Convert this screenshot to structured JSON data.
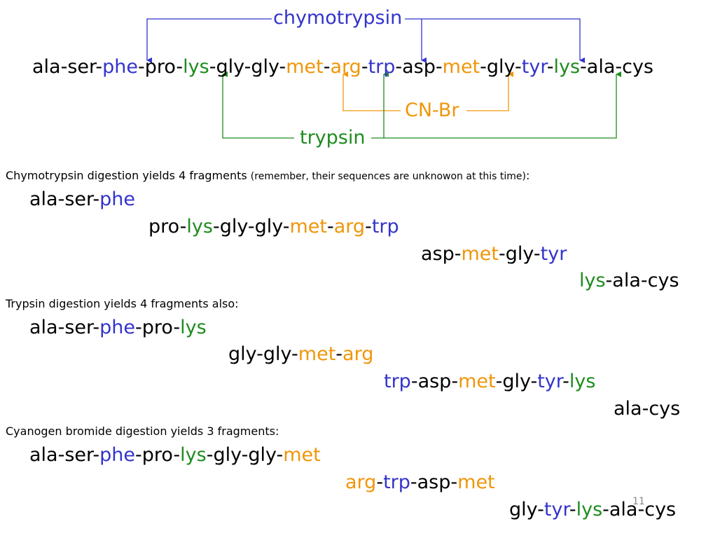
{
  "colors": {
    "black": "#000000",
    "blue": "#3333cc",
    "green": "#1e8c1e",
    "orange": "#f0960a"
  },
  "enzymes": {
    "chymotrypsin": "chymotrypsin",
    "cnbr": "CN-Br",
    "trypsin": "trypsin"
  },
  "sequence": [
    {
      "t": "ala-ser-",
      "c": "black"
    },
    {
      "t": "phe",
      "c": "blue"
    },
    {
      "t": "-pro-",
      "c": "black"
    },
    {
      "t": "lys",
      "c": "green"
    },
    {
      "t": "-gly-gly-",
      "c": "black"
    },
    {
      "t": "met",
      "c": "orange"
    },
    {
      "t": "-",
      "c": "black"
    },
    {
      "t": "arg",
      "c": "orange"
    },
    {
      "t": "-",
      "c": "black"
    },
    {
      "t": "trp",
      "c": "blue"
    },
    {
      "t": "-asp-",
      "c": "black"
    },
    {
      "t": "met",
      "c": "orange"
    },
    {
      "t": "-gly-",
      "c": "black"
    },
    {
      "t": "tyr",
      "c": "blue"
    },
    {
      "t": "-",
      "c": "black"
    },
    {
      "t": "lys",
      "c": "green"
    },
    {
      "t": "-ala-cys",
      "c": "black"
    }
  ],
  "chymotrypsin_section": {
    "heading_main": "Chymotrypsin digestion yields 4 fragments ",
    "heading_note": "(remember, their sequences are unknowon at this time)",
    "heading_end": ":",
    "fragments": [
      [
        {
          "t": "ala-ser-",
          "c": "black"
        },
        {
          "t": "phe",
          "c": "blue"
        }
      ],
      [
        {
          "t": "pro-",
          "c": "black"
        },
        {
          "t": "lys",
          "c": "green"
        },
        {
          "t": "-gly-gly-",
          "c": "black"
        },
        {
          "t": "met",
          "c": "orange"
        },
        {
          "t": "-",
          "c": "black"
        },
        {
          "t": "arg",
          "c": "orange"
        },
        {
          "t": "-",
          "c": "black"
        },
        {
          "t": "trp",
          "c": "blue"
        }
      ],
      [
        {
          "t": "asp-",
          "c": "black"
        },
        {
          "t": "met",
          "c": "orange"
        },
        {
          "t": "-gly-",
          "c": "black"
        },
        {
          "t": "tyr",
          "c": "blue"
        }
      ],
      [
        {
          "t": "lys",
          "c": "green"
        },
        {
          "t": "-ala-cys",
          "c": "black"
        }
      ]
    ]
  },
  "trypsin_section": {
    "heading": "Trypsin digestion yields 4 fragments also:",
    "fragments": [
      [
        {
          "t": "ala-ser-",
          "c": "black"
        },
        {
          "t": "phe",
          "c": "blue"
        },
        {
          "t": "-pro-",
          "c": "black"
        },
        {
          "t": "lys",
          "c": "green"
        }
      ],
      [
        {
          "t": "gly-gly-",
          "c": "black"
        },
        {
          "t": "met",
          "c": "orange"
        },
        {
          "t": "-",
          "c": "black"
        },
        {
          "t": "arg",
          "c": "orange"
        }
      ],
      [
        {
          "t": "trp",
          "c": "blue"
        },
        {
          "t": "-asp-",
          "c": "black"
        },
        {
          "t": "met",
          "c": "orange"
        },
        {
          "t": "-gly-",
          "c": "black"
        },
        {
          "t": "tyr",
          "c": "blue"
        },
        {
          "t": "-",
          "c": "black"
        },
        {
          "t": "lys",
          "c": "green"
        }
      ],
      [
        {
          "t": "ala-cys",
          "c": "black"
        }
      ]
    ]
  },
  "cnbr_section": {
    "heading": "Cyanogen bromide digestion yields 3 fragments:",
    "fragments": [
      [
        {
          "t": "ala-ser-",
          "c": "black"
        },
        {
          "t": "phe",
          "c": "blue"
        },
        {
          "t": "-pro-",
          "c": "black"
        },
        {
          "t": "lys",
          "c": "green"
        },
        {
          "t": "-gly-gly-",
          "c": "black"
        },
        {
          "t": "met",
          "c": "orange"
        }
      ],
      [
        {
          "t": "arg",
          "c": "orange"
        },
        {
          "t": "-",
          "c": "black"
        },
        {
          "t": "trp",
          "c": "blue"
        },
        {
          "t": "-asp-",
          "c": "black"
        },
        {
          "t": "met",
          "c": "orange"
        }
      ],
      [
        {
          "t": "gly-",
          "c": "black"
        },
        {
          "t": "tyr",
          "c": "blue"
        },
        {
          "t": "-",
          "c": "black"
        },
        {
          "t": "lys",
          "c": "green"
        },
        {
          "t": "-ala-cys",
          "c": "black"
        }
      ]
    ]
  },
  "page_number": "11"
}
